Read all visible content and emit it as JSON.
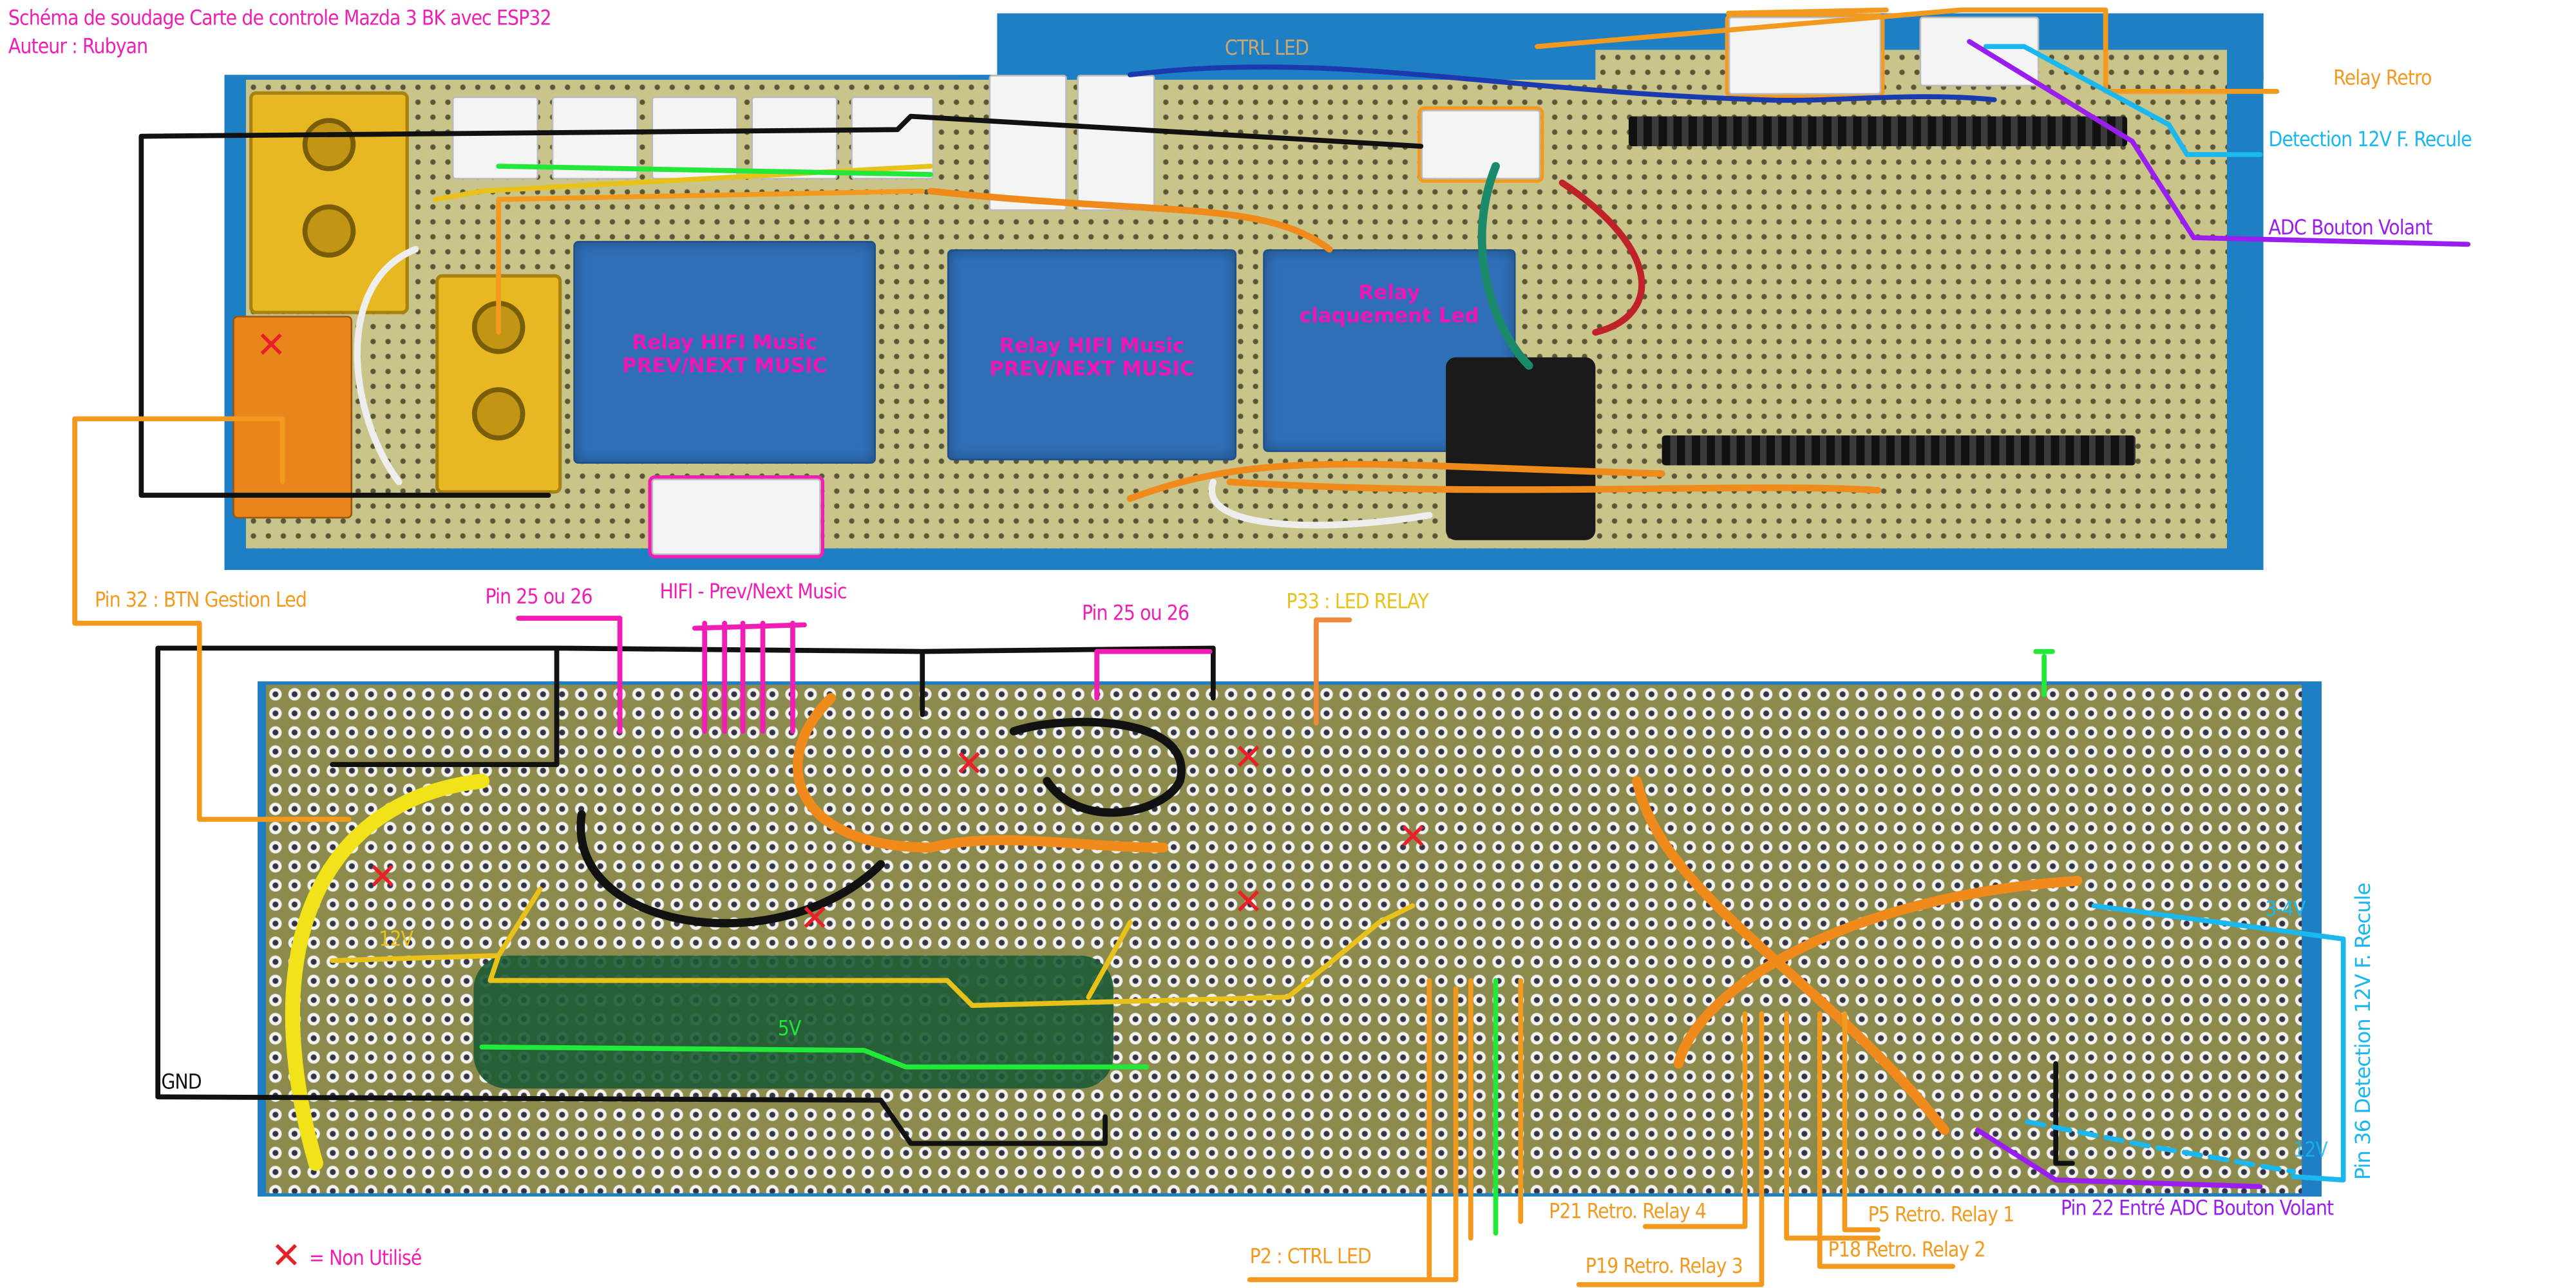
{
  "title": "Schéma de soudage Carte de controle Mazda 3 BK avec ESP32",
  "author": "Auteur : Rubyan",
  "top_board": {
    "ctrl_led": "CTRL LED",
    "relay_retro": "Relay Retro",
    "detection": "Detection 12V F. Recule",
    "adc": "ADC Bouton Volant",
    "relays": [
      {
        "line1": "Relay HIFI Music",
        "line2": "PREV/NEXT MUSIC"
      },
      {
        "line1": "Relay HIFI Music",
        "line2": "PREV/NEXT MUSIC"
      },
      {
        "line1": "Relay",
        "line2": "claquement Led"
      }
    ]
  },
  "bottom_board": {
    "pin32": "Pin 32 : BTN Gestion Led",
    "pin25a": "Pin 25 ou 26",
    "hifi": "HIFI - Prev/Next Music",
    "pin25b": "Pin 25 ou 26",
    "p33": "P33 : LED RELAY",
    "v12": "12V",
    "v5": "5V",
    "gnd": "GND",
    "v34": "3-4V",
    "v12b": "12V",
    "pin36": "Pin 36 Detection 12V F. Recule",
    "p21": "P21 Retro. Relay 4",
    "p5": "P5 Retro. Relay 1",
    "pin22": "Pin 22 Entré ADC Bouton Volant",
    "p18": "P18 Retro. Relay 2",
    "p19": "P19 Retro. Relay 3",
    "p2": "P2 : CTRL LED"
  },
  "legend": {
    "mark": "✕",
    "text": "= Non Utilisé"
  },
  "colors": {
    "pink": "#f01eb4",
    "orange": "#f39a1e",
    "cyan": "#1ab8ee",
    "purple": "#9a1ef0",
    "yellow": "#e8c21a",
    "green": "#22e83a"
  }
}
